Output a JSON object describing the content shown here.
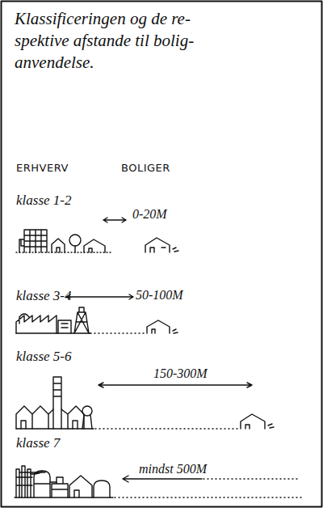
{
  "diagram": {
    "title": "Klassificeringen og de re- spektive afstande til bolig- anvendelse.",
    "labels": [
      "ERHVERV",
      "BOLIGER",
      "klasse 1-2",
      "0-20M",
      "klasse 3-4",
      "50-100M",
      "klasse 5-6",
      "150-300M",
      "klasse 7",
      "mindst 500M"
    ]
  }
}
